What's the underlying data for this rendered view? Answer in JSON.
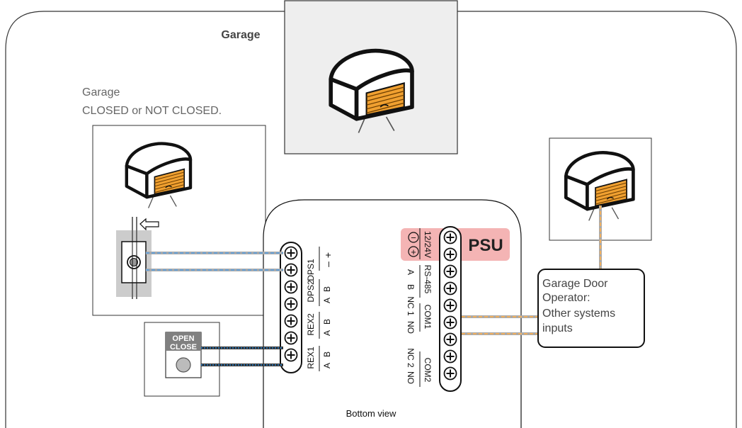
{
  "title": "Garage",
  "status_caption": [
    "Garage",
    "CLOSED or NOT CLOSED."
  ],
  "button_label": [
    "OPEN",
    "CLOSE"
  ],
  "psu_label": "PSU",
  "psu_minus": "−",
  "psu_plus": "+",
  "operator_label": [
    "Garage Door",
    "Operator:",
    "Other systems",
    "inputs"
  ],
  "bottom_view": "Bottom view",
  "left_terminals": {
    "dps1": "DPS1",
    "dps1_minus": "–",
    "dps1_plus": "+",
    "dps2": "DPS2",
    "rex2": "REX2",
    "rex1": "REX1",
    "a": "A",
    "b": "B"
  },
  "right_terminals": {
    "v1224": "12/24V",
    "rs485": "RS-485",
    "com1": "COM1",
    "com2": "COM2",
    "nc1": "NC 1",
    "no1": "NO",
    "nc2": "NC 2",
    "no2": "NO",
    "a": "A",
    "b": "B"
  },
  "colors": {
    "door_orange": "#f0a030",
    "psu_fill": "#f4b4b4",
    "sensor_wire": "#6aa3d8",
    "button_wire": "#2e78b8",
    "operator_wire": "#f0b060",
    "frame": "#333333",
    "panel_fill": "#eeeeee"
  }
}
